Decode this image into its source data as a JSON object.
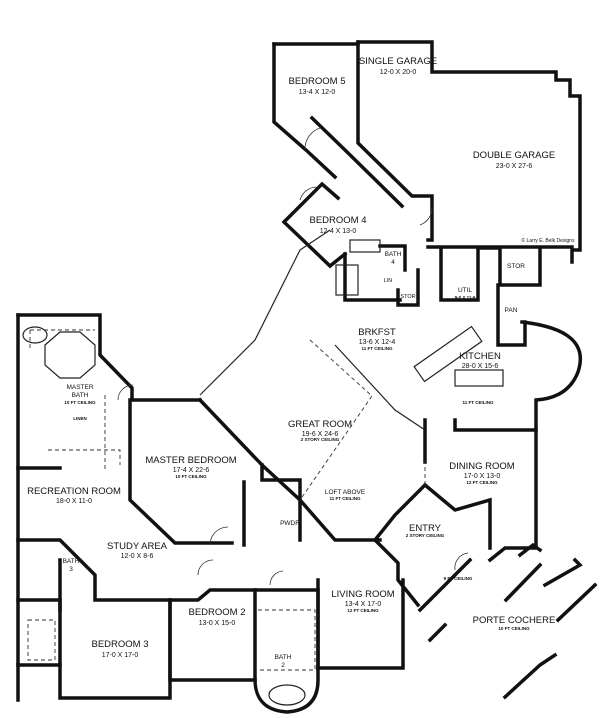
{
  "rooms": {
    "single_garage": {
      "name": "SINGLE GARAGE",
      "dims": "12-0 X 20-0"
    },
    "bedroom5": {
      "name": "BEDROOM 5",
      "dims": "13-4 X 12-0"
    },
    "double_garage": {
      "name": "DOUBLE GARAGE",
      "dims": "23-0 X 27-6"
    },
    "bedroom4": {
      "name": "BEDROOM 4",
      "dims": "12-4 X 13-0"
    },
    "bath4": {
      "name": "BATH",
      "num": "4"
    },
    "stor_garage": {
      "name": "STOR"
    },
    "lin": {
      "name": "LIN"
    },
    "stor_hall": {
      "name": "STOR"
    },
    "util": {
      "name": "UTIL",
      "dims": "9-0 X 11-6"
    },
    "pan": {
      "name": "PAN"
    },
    "brkfst": {
      "name": "BRKFST",
      "dims": "13-6 X 12-4",
      "ceiling": "11 FT CEILING"
    },
    "kitchen": {
      "name": "KITCHEN",
      "dims": "28-0 X 15-6",
      "ceiling": "11 FT CEILING"
    },
    "master_bath": {
      "name": "MASTER",
      "name2": "BATH",
      "ceiling": "10 FT CEILING"
    },
    "linen": {
      "name": "LINEN"
    },
    "great_room": {
      "name": "GREAT ROOM",
      "dims": "19-6 X 24-6",
      "ceiling": "2 STORY CEILING"
    },
    "master_bedroom": {
      "name": "MASTER BEDROOM",
      "dims": "17-4 X 22-6",
      "ceiling": "10 FT CEILING"
    },
    "dining_room": {
      "name": "DINING ROOM",
      "dims": "17-0 X 13-0",
      "ceiling": "12 FT CEILING"
    },
    "recreation_room": {
      "name": "RECREATION ROOM",
      "dims": "18-0 X 11-0"
    },
    "loft": {
      "name": "LOFT ABOVE",
      "ceiling": "11 FT CEILING"
    },
    "entry": {
      "name": "ENTRY",
      "ceiling": "2 STORY CEILING"
    },
    "pwdr": {
      "name": "PWDR"
    },
    "study_area": {
      "name": "STUDY AREA",
      "dims": "12-0 X 8-6"
    },
    "bath3": {
      "name": "BATH",
      "num": "3"
    },
    "vestibule": {
      "ceiling": "9 FT CEILING"
    },
    "living_room": {
      "name": "LIVING ROOM",
      "dims": "13-4 X 17-0",
      "ceiling": "12 FT CEILING"
    },
    "bedroom2": {
      "name": "BEDROOM 2",
      "dims": "13-0 X 15-0"
    },
    "porte_cochere": {
      "name": "PORTE COCHERE",
      "ceiling": "10 FT CEILING"
    },
    "bedroom3": {
      "name": "BEDROOM 3",
      "dims": "17-0 X 17-0"
    },
    "bath2": {
      "name": "BATH",
      "num": "2"
    }
  },
  "copyright": "© Larry E. Belk Designs"
}
